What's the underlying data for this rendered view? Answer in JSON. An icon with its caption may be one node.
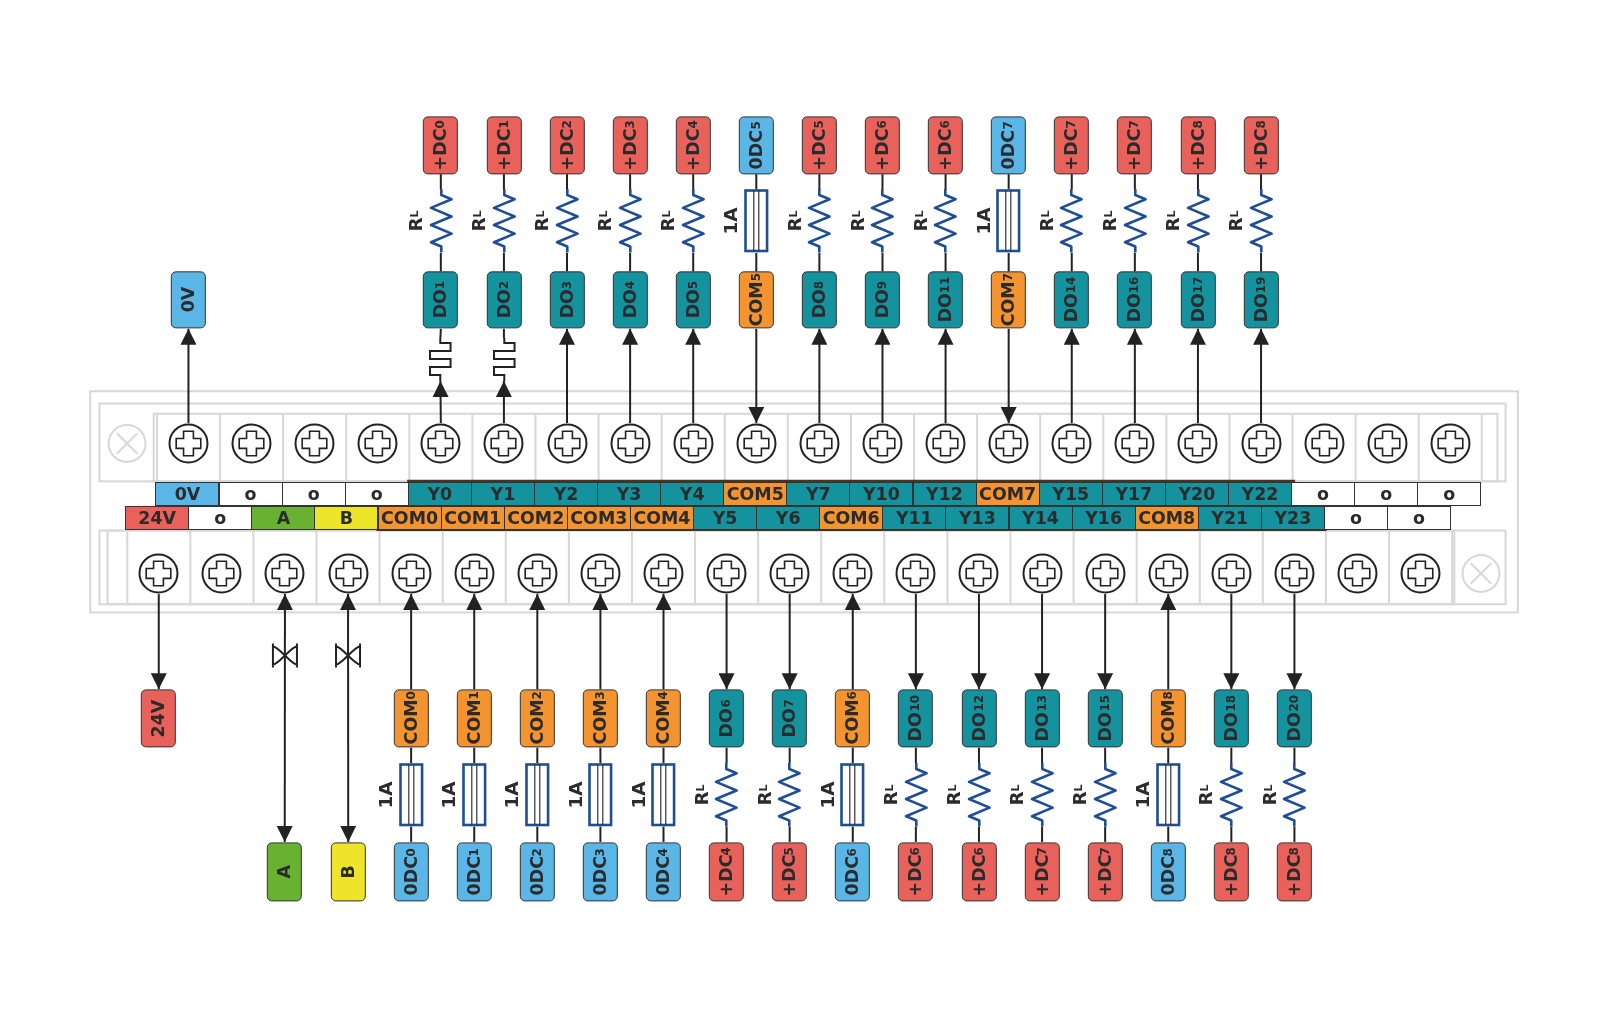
{
  "diagram": {
    "nodes": [
      {
        "text": [
          "+DC$_{0}$"
        ]
      },
      {
        "text": [
          "+DC$_{1}$"
        ]
      },
      {
        "text": [
          "+DC$_{2}$"
        ]
      },
      {
        "text": [
          "+DC$_{3}$"
        ]
      },
      {
        "text": [
          "+DC$_{4}$"
        ]
      },
      {
        "text": [
          "0DC$_{5}$"
        ]
      },
      {
        "text": [
          "+DC$_{5}$"
        ]
      },
      {
        "text": [
          "+DC$_{6}$"
        ]
      },
      {
        "text": [
          "+DC$_{6}$"
        ]
      },
      {
        "text": [
          "0DC$_{7}$"
        ]
      },
      {
        "text": [
          "+DC$_{7}$"
        ]
      },
      {
        "text": [
          "+DC$_{7}$"
        ]
      },
      {
        "text": [
          "+DC$_{8}$"
        ]
      },
      {
        "text": [
          "+DC$_{8}$"
        ]
      },
      {
        "text": [],
        "shape": "resistor",
        "beside": [
          "R$_{L}$"
        ]
      },
      {
        "text": [],
        "shape": "resistor",
        "beside": [
          "R$_{L}$"
        ]
      },
      {
        "text": [],
        "shape": "resistor",
        "beside": [
          "R$_{L}$"
        ]
      },
      {
        "text": [],
        "shape": "resistor",
        "beside": [
          "R$_{L}$"
        ]
      },
      {
        "text": [],
        "shape": "resistor",
        "beside": [
          "R$_{L}$"
        ]
      },
      {
        "text": [],
        "shape": "fuse",
        "beside": [
          "1A"
        ]
      },
      {
        "text": [],
        "shape": "resistor",
        "beside": [
          "R$_{L}$"
        ]
      },
      {
        "text": [],
        "shape": "resistor",
        "beside": [
          "R$_{L}$"
        ]
      },
      {
        "text": [],
        "shape": "resistor",
        "beside": [
          "R$_{L}$"
        ]
      },
      {
        "text": [],
        "shape": "fuse",
        "beside": [
          "1A"
        ]
      },
      {
        "text": [],
        "shape": "resistor",
        "beside": [
          "R$_{L}$"
        ]
      },
      {
        "text": [],
        "shape": "resistor",
        "beside": [
          "R$_{L}$"
        ]
      },
      {
        "text": [],
        "shape": "resistor",
        "beside": [
          "R$_{L}$"
        ]
      },
      {
        "text": [],
        "shape": "resistor",
        "beside": [
          "R$_{L}$"
        ]
      },
      {
        "text": [
          "0V"
        ]
      },
      {
        "text": [
          "DO$_{1}$"
        ]
      },
      {
        "text": [
          "DO$_{2}$"
        ]
      },
      {
        "text": [
          "DO$_{3}$"
        ]
      },
      {
        "text": [
          "DO$_{4}$"
        ]
      },
      {
        "text": [
          "DO$_{5}$"
        ]
      },
      {
        "text": [
          "COM$_{5}$"
        ]
      },
      {
        "text": [
          "DO$_{8}$"
        ]
      },
      {
        "text": [
          "DO$_{9}$"
        ]
      },
      {
        "text": [
          "DO$_{11}$"
        ]
      },
      {
        "text": [
          "COM$_{7}$"
        ]
      },
      {
        "text": [
          "DO$_{14}$"
        ]
      },
      {
        "text": [
          "DO$_{16}$"
        ]
      },
      {
        "text": [
          "DO$_{17}$"
        ]
      },
      {
        "text": [
          "DO$_{19}$"
        ]
      },
      {
        "text": [],
        "shape": "coil"
      },
      {
        "text": [],
        "shape": "coil"
      },
      {
        "text": [],
        "shape": "screw"
      },
      {
        "text": [],
        "shape": "screw"
      },
      {
        "text": [],
        "shape": "screw"
      },
      {
        "text": [],
        "shape": "screw"
      },
      {
        "text": [],
        "shape": "screw"
      },
      {
        "text": [],
        "shape": "screw"
      },
      {
        "text": [],
        "shape": "screw"
      },
      {
        "text": [],
        "shape": "screw"
      },
      {
        "text": [],
        "shape": "screw"
      },
      {
        "text": [],
        "shape": "screw"
      },
      {
        "text": [],
        "shape": "screw"
      },
      {
        "text": [],
        "shape": "screw"
      },
      {
        "text": [],
        "shape": "screw"
      },
      {
        "text": [],
        "shape": "screw"
      },
      {
        "text": [],
        "shape": "screw"
      },
      {
        "text": [],
        "shape": "screw"
      },
      {
        "text": [],
        "shape": "screw"
      },
      {
        "text": [],
        "shape": "screw"
      },
      {
        "text": [],
        "shape": "screw"
      },
      {
        "text": [],
        "shape": "screw"
      },
      {
        "text": [],
        "shape": "screw"
      },
      {
        "text": [
          "0V"
        ]
      },
      {
        "text": [
          "o"
        ]
      },
      {
        "text": [
          "o"
        ]
      },
      {
        "text": [
          "o"
        ]
      },
      {
        "text": [
          "Y0"
        ]
      },
      {
        "text": [
          "Y1"
        ]
      },
      {
        "text": [
          "Y2"
        ]
      },
      {
        "text": [
          "Y3"
        ]
      },
      {
        "text": [
          "Y4"
        ]
      },
      {
        "text": [
          "COM5"
        ]
      },
      {
        "text": [
          "Y7"
        ]
      },
      {
        "text": [
          "Y10"
        ]
      },
      {
        "text": [
          "Y12"
        ]
      },
      {
        "text": [
          "COM7"
        ]
      },
      {
        "text": [
          "Y15"
        ]
      },
      {
        "text": [
          "Y17"
        ]
      },
      {
        "text": [
          "Y20"
        ]
      },
      {
        "text": [
          "Y22"
        ]
      },
      {
        "text": [
          "o"
        ]
      },
      {
        "text": [
          "o"
        ]
      },
      {
        "text": [
          "o"
        ]
      },
      {
        "text": [
          "24V"
        ]
      },
      {
        "text": [
          "o"
        ]
      },
      {
        "text": [
          "A"
        ]
      },
      {
        "text": [
          "B"
        ]
      },
      {
        "text": [
          "COM0"
        ]
      },
      {
        "text": [
          "COM1"
        ]
      },
      {
        "text": [
          "COM2"
        ]
      },
      {
        "text": [
          "COM3"
        ]
      },
      {
        "text": [
          "COM4"
        ]
      },
      {
        "text": [
          "Y5"
        ]
      },
      {
        "text": [
          "Y6"
        ]
      },
      {
        "text": [
          "COM6"
        ]
      },
      {
        "text": [
          "Y11"
        ]
      },
      {
        "text": [
          "Y13"
        ]
      },
      {
        "text": [
          "Y14"
        ]
      },
      {
        "text": [
          "Y16"
        ]
      },
      {
        "text": [
          "COM8"
        ]
      },
      {
        "text": [
          "Y21"
        ]
      },
      {
        "text": [
          "Y23"
        ]
      },
      {
        "text": [
          "o"
        ]
      },
      {
        "text": [
          "o"
        ]
      },
      {
        "text": [],
        "shape": "screw"
      },
      {
        "text": [],
        "shape": "screw"
      },
      {
        "text": [],
        "shape": "screw"
      },
      {
        "text": [],
        "shape": "screw"
      },
      {
        "text": [],
        "shape": "screw"
      },
      {
        "text": [],
        "shape": "screw"
      },
      {
        "text": [],
        "shape": "screw"
      },
      {
        "text": [],
        "shape": "screw"
      },
      {
        "text": [],
        "shape": "screw"
      },
      {
        "text": [],
        "shape": "screw"
      },
      {
        "text": [],
        "shape": "screw"
      },
      {
        "text": [],
        "shape": "screw"
      },
      {
        "text": [],
        "shape": "screw"
      },
      {
        "text": [],
        "shape": "screw"
      },
      {
        "text": [],
        "shape": "screw"
      },
      {
        "text": [],
        "shape": "screw"
      },
      {
        "text": [],
        "shape": "screw"
      },
      {
        "text": [],
        "shape": "screw"
      },
      {
        "text": [],
        "shape": "screw"
      },
      {
        "text": [],
        "shape": "screw"
      },
      {
        "text": [],
        "shape": "screw"
      },
      {
        "text": [
          "24V"
        ]
      },
      {
        "text": [
          "COM$_{0}$"
        ]
      },
      {
        "text": [
          "COM$_{1}$"
        ]
      },
      {
        "text": [
          "COM$_{2}$"
        ]
      },
      {
        "text": [
          "COM$_{3}$"
        ]
      },
      {
        "text": [
          "COM$_{4}$"
        ]
      },
      {
        "text": [
          "DO$_{6}$"
        ]
      },
      {
        "text": [
          "DO$_{7}$"
        ]
      },
      {
        "text": [
          "COM$_{6}$"
        ]
      },
      {
        "text": [
          "DO$_{10}$"
        ]
      },
      {
        "text": [
          "DO$_{12}$"
        ]
      },
      {
        "text": [
          "DO$_{13}$"
        ]
      },
      {
        "text": [
          "DO$_{15}$"
        ]
      },
      {
        "text": [
          "COM$_{8}$"
        ]
      },
      {
        "text": [
          "DO$_{18}$"
        ]
      },
      {
        "text": [
          "DO$_{20}$"
        ]
      },
      {
        "text": [],
        "shape": "fuse",
        "beside": [
          "1A"
        ]
      },
      {
        "text": [],
        "shape": "fuse",
        "beside": [
          "1A"
        ]
      },
      {
        "text": [],
        "shape": "fuse",
        "beside": [
          "1A"
        ]
      },
      {
        "text": [],
        "shape": "fuse",
        "beside": [
          "1A"
        ]
      },
      {
        "text": [],
        "shape": "fuse",
        "beside": [
          "1A"
        ]
      },
      {
        "text": [],
        "shape": "resistor",
        "beside": [
          "R$_{L}$"
        ]
      },
      {
        "text": [],
        "shape": "resistor",
        "beside": [
          "R$_{L}$"
        ]
      },
      {
        "text": [],
        "shape": "fuse",
        "beside": [
          "1A"
        ]
      },
      {
        "text": [],
        "shape": "resistor",
        "beside": [
          "R$_{L}$"
        ]
      },
      {
        "text": [],
        "shape": "resistor",
        "beside": [
          "R$_{L}$"
        ]
      },
      {
        "text": [],
        "shape": "resistor",
        "beside": [
          "R$_{L}$"
        ]
      },
      {
        "text": [],
        "shape": "resistor",
        "beside": [
          "R$_{L}$"
        ]
      },
      {
        "text": [],
        "shape": "fuse",
        "beside": [
          "1A"
        ]
      },
      {
        "text": [],
        "shape": "resistor",
        "beside": [
          "R$_{L}$"
        ]
      },
      {
        "text": [],
        "shape": "resistor",
        "beside": [
          "R$_{L}$"
        ]
      },
      {
        "text": [
          "A"
        ]
      },
      {
        "text": [
          "B"
        ]
      },
      {
        "text": [
          "0DC$_{0}$"
        ]
      },
      {
        "text": [
          "0DC$_{1}$"
        ]
      },
      {
        "text": [
          "0DC$_{2}$"
        ]
      },
      {
        "text": [
          "0DC$_{3}$"
        ]
      },
      {
        "text": [
          "0DC$_{4}$"
        ]
      },
      {
        "text": [
          "+DC$_{4}$"
        ]
      },
      {
        "text": [
          "+DC$_{5}$"
        ]
      },
      {
        "text": [
          "0DC$_{6}$"
        ]
      },
      {
        "text": [
          "+DC$_{6}$"
        ]
      },
      {
        "text": [
          "+DC$_{6}$"
        ]
      },
      {
        "text": [
          "+DC$_{7}$"
        ]
      },
      {
        "text": [
          "+DC$_{7}$"
        ]
      },
      {
        "text": [
          "0DC$_{8}$"
        ]
      },
      {
        "text": [
          "+DC$_{8}$"
        ]
      },
      {
        "text": [
          "+DC$_{8}$"
        ]
      }
    ],
    "edges": [
      {
        "from": 45,
        "to": 28,
        "arrow": "to"
      },
      {
        "from": 49,
        "to": 43,
        "arrow": "to"
      },
      {
        "from": 43,
        "to": 29,
        "arrow": "none"
      },
      {
        "from": 29,
        "to": 14,
        "arrow": "none"
      },
      {
        "from": 14,
        "to": 0,
        "arrow": "none"
      },
      {
        "from": 50,
        "to": 44,
        "arrow": "to"
      },
      {
        "from": 44,
        "to": 30,
        "arrow": "none"
      },
      {
        "from": 30,
        "to": 15,
        "arrow": "none"
      },
      {
        "from": 15,
        "to": 1,
        "arrow": "none"
      },
      {
        "from": 51,
        "to": 31,
        "arrow": "to"
      },
      {
        "from": 31,
        "to": 16,
        "arrow": "none"
      },
      {
        "from": 16,
        "to": 2,
        "arrow": "none"
      },
      {
        "from": 52,
        "to": 32,
        "arrow": "to"
      },
      {
        "from": 32,
        "to": 17,
        "arrow": "none"
      },
      {
        "from": 17,
        "to": 3,
        "arrow": "none"
      },
      {
        "from": 53,
        "to": 33,
        "arrow": "to"
      },
      {
        "from": 33,
        "to": 18,
        "arrow": "none"
      },
      {
        "from": 18,
        "to": 4,
        "arrow": "none"
      },
      {
        "from": 34,
        "to": 54,
        "arrow": "to"
      },
      {
        "from": 34,
        "to": 19,
        "arrow": "none"
      },
      {
        "from": 19,
        "to": 5,
        "arrow": "none"
      },
      {
        "from": 55,
        "to": 35,
        "arrow": "to"
      },
      {
        "from": 35,
        "to": 20,
        "arrow": "none"
      },
      {
        "from": 20,
        "to": 6,
        "arrow": "none"
      },
      {
        "from": 56,
        "to": 36,
        "arrow": "to"
      },
      {
        "from": 36,
        "to": 21,
        "arrow": "none"
      },
      {
        "from": 21,
        "to": 7,
        "arrow": "none"
      },
      {
        "from": 57,
        "to": 37,
        "arrow": "to"
      },
      {
        "from": 37,
        "to": 22,
        "arrow": "none"
      },
      {
        "from": 22,
        "to": 8,
        "arrow": "none"
      },
      {
        "from": 38,
        "to": 58,
        "arrow": "to"
      },
      {
        "from": 38,
        "to": 23,
        "arrow": "none"
      },
      {
        "from": 23,
        "to": 9,
        "arrow": "none"
      },
      {
        "from": 59,
        "to": 39,
        "arrow": "to"
      },
      {
        "from": 39,
        "to": 24,
        "arrow": "none"
      },
      {
        "from": 24,
        "to": 10,
        "arrow": "none"
      },
      {
        "from": 60,
        "to": 40,
        "arrow": "to"
      },
      {
        "from": 40,
        "to": 25,
        "arrow": "none"
      },
      {
        "from": 25,
        "to": 11,
        "arrow": "none"
      },
      {
        "from": 61,
        "to": 41,
        "arrow": "to"
      },
      {
        "from": 41,
        "to": 26,
        "arrow": "none"
      },
      {
        "from": 26,
        "to": 12,
        "arrow": "none"
      },
      {
        "from": 62,
        "to": 42,
        "arrow": "to"
      },
      {
        "from": 42,
        "to": 27,
        "arrow": "none"
      },
      {
        "from": 27,
        "to": 13,
        "arrow": "none"
      },
      {
        "from": 108,
        "to": 129,
        "arrow": "to"
      },
      {
        "from": 110,
        "to": 160,
        "arrow": "both"
      },
      {
        "from": 111,
        "to": 161,
        "arrow": "both"
      },
      {
        "from": 130,
        "to": 112,
        "arrow": "to"
      },
      {
        "from": 130,
        "to": 145,
        "arrow": "none"
      },
      {
        "from": 145,
        "to": 162,
        "arrow": "none"
      },
      {
        "from": 131,
        "to": 113,
        "arrow": "to"
      },
      {
        "from": 131,
        "to": 146,
        "arrow": "none"
      },
      {
        "from": 146,
        "to": 163,
        "arrow": "none"
      },
      {
        "from": 132,
        "to": 114,
        "arrow": "to"
      },
      {
        "from": 132,
        "to": 147,
        "arrow": "none"
      },
      {
        "from": 147,
        "to": 164,
        "arrow": "none"
      },
      {
        "from": 133,
        "to": 115,
        "arrow": "to"
      },
      {
        "from": 133,
        "to": 148,
        "arrow": "none"
      },
      {
        "from": 148,
        "to": 165,
        "arrow": "none"
      },
      {
        "from": 134,
        "to": 116,
        "arrow": "to"
      },
      {
        "from": 134,
        "to": 149,
        "arrow": "none"
      },
      {
        "from": 149,
        "to": 166,
        "arrow": "none"
      },
      {
        "from": 117,
        "to": 135,
        "arrow": "to"
      },
      {
        "from": 135,
        "to": 150,
        "arrow": "none"
      },
      {
        "from": 150,
        "to": 167,
        "arrow": "none"
      },
      {
        "from": 118,
        "to": 136,
        "arrow": "to"
      },
      {
        "from": 136,
        "to": 151,
        "arrow": "none"
      },
      {
        "from": 151,
        "to": 168,
        "arrow": "none"
      },
      {
        "from": 137,
        "to": 119,
        "arrow": "to"
      },
      {
        "from": 137,
        "to": 152,
        "arrow": "none"
      },
      {
        "from": 152,
        "to": 169,
        "arrow": "none"
      },
      {
        "from": 120,
        "to": 138,
        "arrow": "to"
      },
      {
        "from": 138,
        "to": 153,
        "arrow": "none"
      },
      {
        "from": 153,
        "to": 170,
        "arrow": "none"
      },
      {
        "from": 121,
        "to": 139,
        "arrow": "to"
      },
      {
        "from": 139,
        "to": 154,
        "arrow": "none"
      },
      {
        "from": 154,
        "to": 171,
        "arrow": "none"
      },
      {
        "from": 122,
        "to": 140,
        "arrow": "to"
      },
      {
        "from": 140,
        "to": 155,
        "arrow": "none"
      },
      {
        "from": 155,
        "to": 172,
        "arrow": "none"
      },
      {
        "from": 123,
        "to": 141,
        "arrow": "to"
      },
      {
        "from": 141,
        "to": 156,
        "arrow": "none"
      },
      {
        "from": 156,
        "to": 173,
        "arrow": "none"
      },
      {
        "from": 142,
        "to": 124,
        "arrow": "to"
      },
      {
        "from": 142,
        "to": 157,
        "arrow": "none"
      },
      {
        "from": 157,
        "to": 174,
        "arrow": "none"
      },
      {
        "from": 125,
        "to": 143,
        "arrow": "to"
      },
      {
        "from": 143,
        "to": 158,
        "arrow": "none"
      },
      {
        "from": 158,
        "to": 175,
        "arrow": "none"
      },
      {
        "from": 126,
        "to": 144,
        "arrow": "to"
      },
      {
        "from": 144,
        "to": 159,
        "arrow": "none"
      },
      {
        "from": 159,
        "to": 176,
        "arrow": "none"
      }
    ]
  }
}
